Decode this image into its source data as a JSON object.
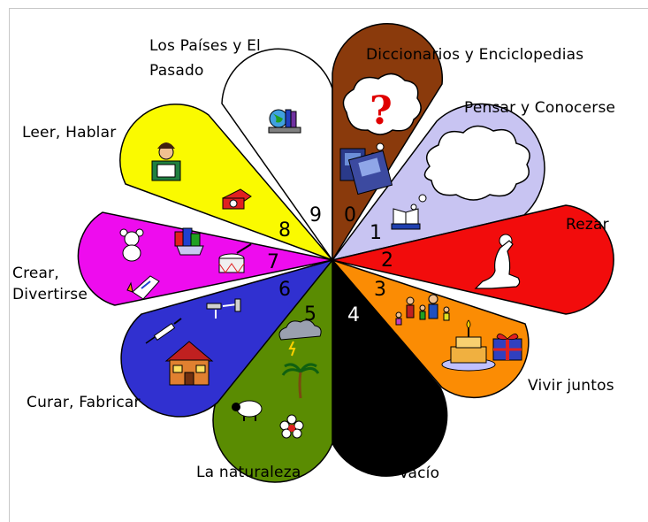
{
  "sectors": [
    {
      "number": "0",
      "label": "Diccionarios y Enciclopedias",
      "color": "#8a3a0c",
      "icons": [
        "question-thought-cloud-icon",
        "computer-icon"
      ]
    },
    {
      "number": "1",
      "label": "Pensar y Conocerse",
      "color": "#c8c4f2",
      "icons": [
        "thought-cloud-icon",
        "open-book-icon"
      ]
    },
    {
      "number": "2",
      "label": "Rezar",
      "color": "#f20c0c",
      "icons": [
        "praying-person-icon"
      ]
    },
    {
      "number": "3",
      "label": "Vivir juntos",
      "color": "#fb8c04",
      "icons": [
        "family-icon",
        "birthday-cake-icon",
        "gift-icon"
      ]
    },
    {
      "number": "4",
      "label": "Vacío",
      "color": "#000000",
      "icons": []
    },
    {
      "number": "5",
      "label": "La naturaleza",
      "color": "#5a8c02",
      "icons": [
        "storm-cloud-icon",
        "palm-tree-icon",
        "sheep-icon",
        "flower-icon"
      ]
    },
    {
      "number": "6",
      "label": "Curar, Fabricar",
      "color": "#3030d0",
      "icons": [
        "syringe-icon",
        "tools-icon",
        "house-icon"
      ]
    },
    {
      "number": "7",
      "label": "Crear, Divertirse",
      "color": "#ee0cee",
      "icons": [
        "teddy-bear-icon",
        "paint-pots-icon",
        "rocket-icon",
        "drum-icon"
      ]
    },
    {
      "number": "8",
      "label": "Leer, Hablar",
      "color": "#fafa00",
      "icons": [
        "reader-icon",
        "telephone-icon"
      ]
    },
    {
      "number": "9",
      "label": "Los Países y El Pasado",
      "color": "#ffffff",
      "icons": [
        "globe-books-icon"
      ]
    }
  ]
}
